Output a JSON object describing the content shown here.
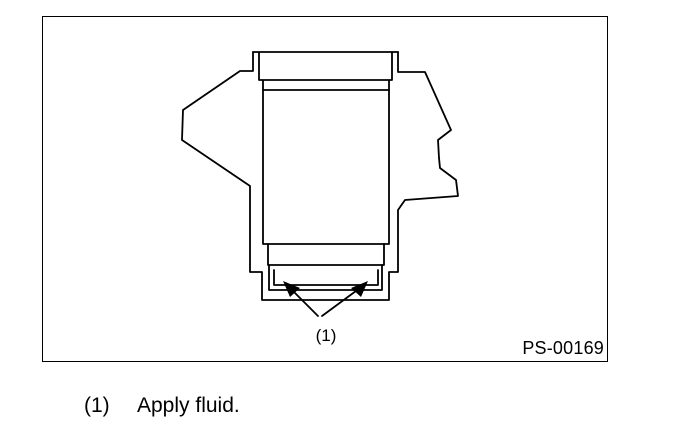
{
  "figure": {
    "callout": "(1)",
    "code": "PS-00169"
  },
  "legend": {
    "items": [
      {
        "number": "(1)",
        "text": "Apply fluid."
      }
    ]
  },
  "colors": {
    "line": "#000000",
    "background": "#ffffff"
  }
}
